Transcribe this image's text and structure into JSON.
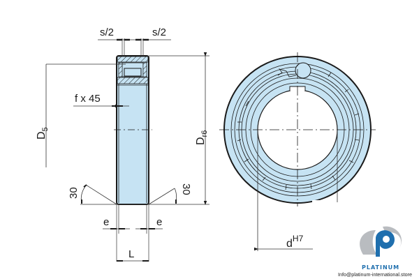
{
  "drawing": {
    "fill_color": "#c6e3f3",
    "line_color": "#1a1a1a",
    "dim_color": "#333333",
    "side_view": {
      "labels": {
        "s_half_left": "s/2",
        "s_half_right": "s/2",
        "chamfer": "f x 45",
        "d5": "D",
        "d5_sub": "5",
        "dr6": "D",
        "dr6_sub": "r6",
        "angle_left": "30",
        "angle_right": "30",
        "e_left": "e",
        "e_right": "e",
        "length": "L"
      }
    },
    "front_view": {
      "labels": {
        "bore": "d",
        "bore_sup": "H7"
      }
    }
  },
  "logo": {
    "brand": "PLATINUM",
    "email": "Info@platinum-international.store",
    "primary_color": "#1f6fae",
    "secondary_color": "#b9bcc0"
  }
}
